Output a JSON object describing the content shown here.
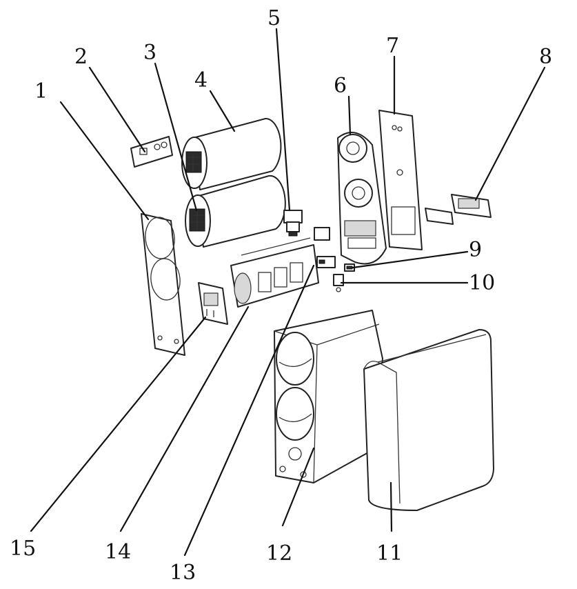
{
  "callouts": [
    {
      "id": "1",
      "text": "1"
    },
    {
      "id": "2",
      "text": "2"
    },
    {
      "id": "3",
      "text": "3"
    },
    {
      "id": "4",
      "text": "4"
    },
    {
      "id": "5",
      "text": "5"
    },
    {
      "id": "6",
      "text": "6"
    },
    {
      "id": "7",
      "text": "7"
    },
    {
      "id": "8",
      "text": "8"
    },
    {
      "id": "9",
      "text": "9"
    },
    {
      "id": "10",
      "text": "10"
    },
    {
      "id": "11",
      "text": "11"
    },
    {
      "id": "12",
      "text": "12"
    },
    {
      "id": "13",
      "text": "13"
    },
    {
      "id": "14",
      "text": "14"
    },
    {
      "id": "15",
      "text": "15"
    }
  ],
  "style": {
    "line_color": "#111111",
    "background": "#ffffff"
  }
}
